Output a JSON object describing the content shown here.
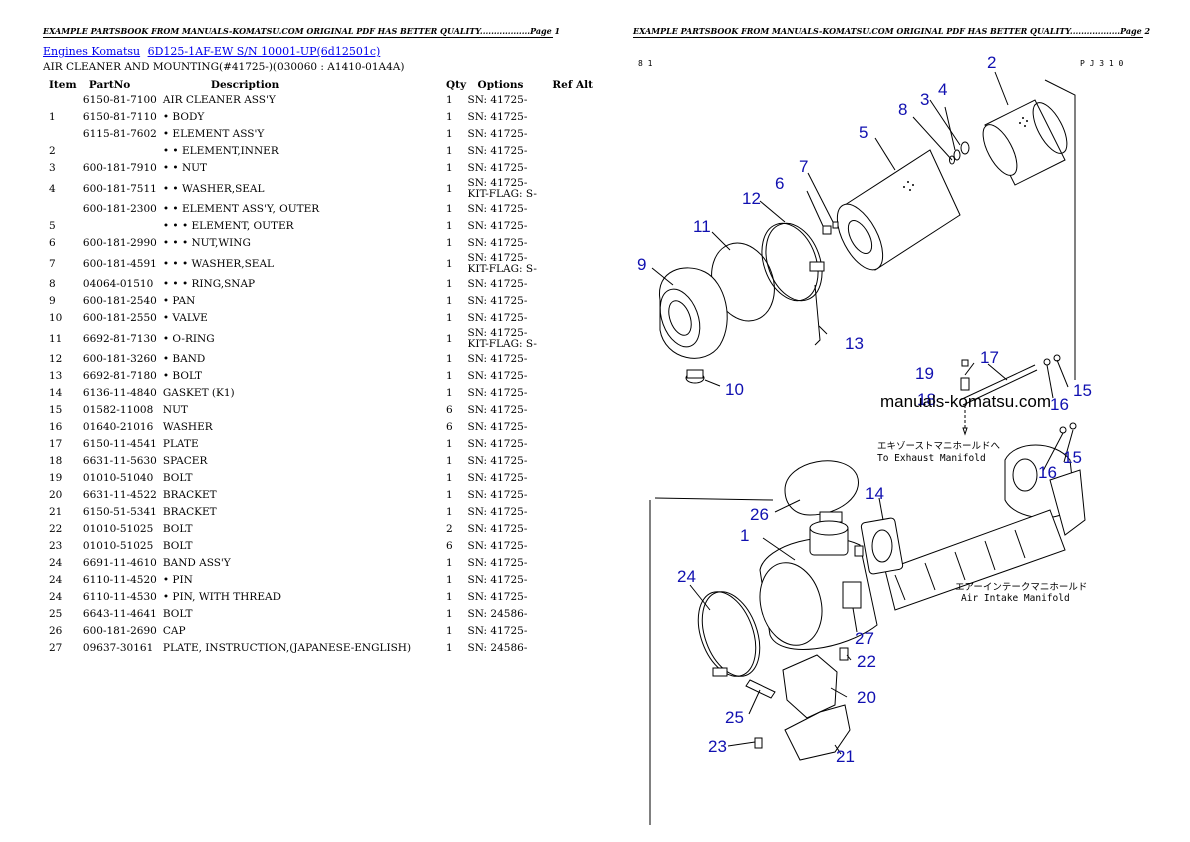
{
  "page1": {
    "header": "EXAMPLE PARTSBOOK FROM MANUALS-KOMATSU.COM ORIGINAL PDF HAS BETTER QUALITY..................Page 1",
    "breadcrumb": {
      "link1": "Engines Komatsu",
      "link2": "6D125-1AF-EW S/N 10001-UP(6d12501c)"
    },
    "title": "AIR CLEANER AND MOUNTING(#41725-)(030060 : A1410-01A4A)",
    "columns": {
      "item": "Item",
      "partno": "PartNo",
      "desc": "Description",
      "qty": "Qty",
      "options": "Options",
      "refalt": "Ref Alt"
    },
    "rows": [
      {
        "item": "",
        "part": "6150-81-7100",
        "desc": "AIR CLEANER ASS'Y",
        "qty": "1",
        "opt1": "SN: 41725-",
        "opt2": ""
      },
      {
        "item": "1",
        "part": "6150-81-7110",
        "desc": "• BODY",
        "qty": "1",
        "opt1": "SN: 41725-",
        "opt2": ""
      },
      {
        "item": "",
        "part": "6115-81-7602",
        "desc": "• ELEMENT ASS'Y",
        "qty": "1",
        "opt1": "SN: 41725-",
        "opt2": ""
      },
      {
        "item": "2",
        "part": "",
        "desc": "• • ELEMENT,INNER",
        "qty": "1",
        "opt1": "SN: 41725-",
        "opt2": ""
      },
      {
        "item": "3",
        "part": "600-181-7910",
        "desc": "• • NUT",
        "qty": "1",
        "opt1": "SN: 41725-",
        "opt2": ""
      },
      {
        "item": "4",
        "part": "600-181-7511",
        "desc": "• • WASHER,SEAL",
        "qty": "1",
        "opt1": "SN: 41725-",
        "opt2": "KIT-FLAG: S-"
      },
      {
        "item": "",
        "part": "600-181-2300",
        "desc": "• • ELEMENT ASS'Y, OUTER",
        "qty": "1",
        "opt1": "SN: 41725-",
        "opt2": ""
      },
      {
        "item": "5",
        "part": "",
        "desc": "• • • ELEMENT, OUTER",
        "qty": "1",
        "opt1": "SN: 41725-",
        "opt2": ""
      },
      {
        "item": "6",
        "part": "600-181-2990",
        "desc": "• • • NUT,WING",
        "qty": "1",
        "opt1": "SN: 41725-",
        "opt2": ""
      },
      {
        "item": "7",
        "part": "600-181-4591",
        "desc": "• • • WASHER,SEAL",
        "qty": "1",
        "opt1": "SN: 41725-",
        "opt2": "KIT-FLAG: S-"
      },
      {
        "item": "8",
        "part": "04064-01510",
        "desc": "• • • RING,SNAP",
        "qty": "1",
        "opt1": "SN: 41725-",
        "opt2": ""
      },
      {
        "item": "9",
        "part": "600-181-2540",
        "desc": "• PAN",
        "qty": "1",
        "opt1": "SN: 41725-",
        "opt2": ""
      },
      {
        "item": "10",
        "part": "600-181-2550",
        "desc": "• VALVE",
        "qty": "1",
        "opt1": "SN: 41725-",
        "opt2": ""
      },
      {
        "item": "11",
        "part": "6692-81-7130",
        "desc": "• O-RING",
        "qty": "1",
        "opt1": "SN: 41725-",
        "opt2": "KIT-FLAG: S-"
      },
      {
        "item": "12",
        "part": "600-181-3260",
        "desc": "• BAND",
        "qty": "1",
        "opt1": "SN: 41725-",
        "opt2": ""
      },
      {
        "item": "13",
        "part": "6692-81-7180",
        "desc": "• BOLT",
        "qty": "1",
        "opt1": "SN: 41725-",
        "opt2": ""
      },
      {
        "item": "14",
        "part": "6136-11-4840",
        "desc": "GASKET (K1)",
        "qty": "1",
        "opt1": "SN: 41725-",
        "opt2": ""
      },
      {
        "item": "15",
        "part": "01582-11008",
        "desc": "NUT",
        "qty": "6",
        "opt1": "SN: 41725-",
        "opt2": ""
      },
      {
        "item": "16",
        "part": "01640-21016",
        "desc": "WASHER",
        "qty": "6",
        "opt1": "SN: 41725-",
        "opt2": ""
      },
      {
        "item": "17",
        "part": "6150-11-4541",
        "desc": "PLATE",
        "qty": "1",
        "opt1": "SN: 41725-",
        "opt2": ""
      },
      {
        "item": "18",
        "part": "6631-11-5630",
        "desc": "SPACER",
        "qty": "1",
        "opt1": "SN: 41725-",
        "opt2": ""
      },
      {
        "item": "19",
        "part": "01010-51040",
        "desc": "BOLT",
        "qty": "1",
        "opt1": "SN: 41725-",
        "opt2": ""
      },
      {
        "item": "20",
        "part": "6631-11-4522",
        "desc": "BRACKET",
        "qty": "1",
        "opt1": "SN: 41725-",
        "opt2": ""
      },
      {
        "item": "21",
        "part": "6150-51-5341",
        "desc": "BRACKET",
        "qty": "1",
        "opt1": "SN: 41725-",
        "opt2": ""
      },
      {
        "item": "22",
        "part": "01010-51025",
        "desc": "BOLT",
        "qty": "2",
        "opt1": "SN: 41725-",
        "opt2": ""
      },
      {
        "item": "23",
        "part": "01010-51025",
        "desc": "BOLT",
        "qty": "6",
        "opt1": "SN: 41725-",
        "opt2": ""
      },
      {
        "item": "24",
        "part": "6691-11-4610",
        "desc": "BAND ASS'Y",
        "qty": "1",
        "opt1": "SN: 41725-",
        "opt2": ""
      },
      {
        "item": "24",
        "part": "6110-11-4520",
        "desc": "• PIN",
        "qty": "1",
        "opt1": "SN: 41725-",
        "opt2": ""
      },
      {
        "item": "24",
        "part": "6110-11-4530",
        "desc": "• PIN, WITH THREAD",
        "qty": "1",
        "opt1": "SN: 41725-",
        "opt2": ""
      },
      {
        "item": "25",
        "part": "6643-11-4641",
        "desc": "BOLT",
        "qty": "1",
        "opt1": "SN: 24586-",
        "opt2": ""
      },
      {
        "item": "26",
        "part": "600-181-2690",
        "desc": "CAP",
        "qty": "1",
        "opt1": "SN: 41725-",
        "opt2": ""
      },
      {
        "item": "27",
        "part": "09637-30161",
        "desc": "PLATE, INSTRUCTION,(JAPANESE-ENGLISH)",
        "qty": "1",
        "opt1": "SN: 24586-",
        "opt2": ""
      }
    ]
  },
  "page2": {
    "header": "EXAMPLE PARTSBOOK FROM MANUALS-KOMATSU.COM ORIGINAL PDF HAS BETTER QUALITY..................Page 2",
    "corner_left": "8 1",
    "corner_right": "P J 3 1 0",
    "watermark": "manuals-komatsu.com",
    "exhaust_jp": "エキゾーストマニホールドへ",
    "exhaust_en": "To Exhaust Manifold",
    "intake_jp": "エアーインテークマニホールド",
    "intake_en": "Air Intake Manifold",
    "callouts": [
      "1",
      "2",
      "3",
      "4",
      "5",
      "6",
      "7",
      "8",
      "9",
      "10",
      "11",
      "12",
      "13",
      "14",
      "15",
      "15",
      "16",
      "16",
      "17",
      "18",
      "19",
      "20",
      "21",
      "22",
      "23",
      "24",
      "25",
      "26",
      "27"
    ]
  }
}
